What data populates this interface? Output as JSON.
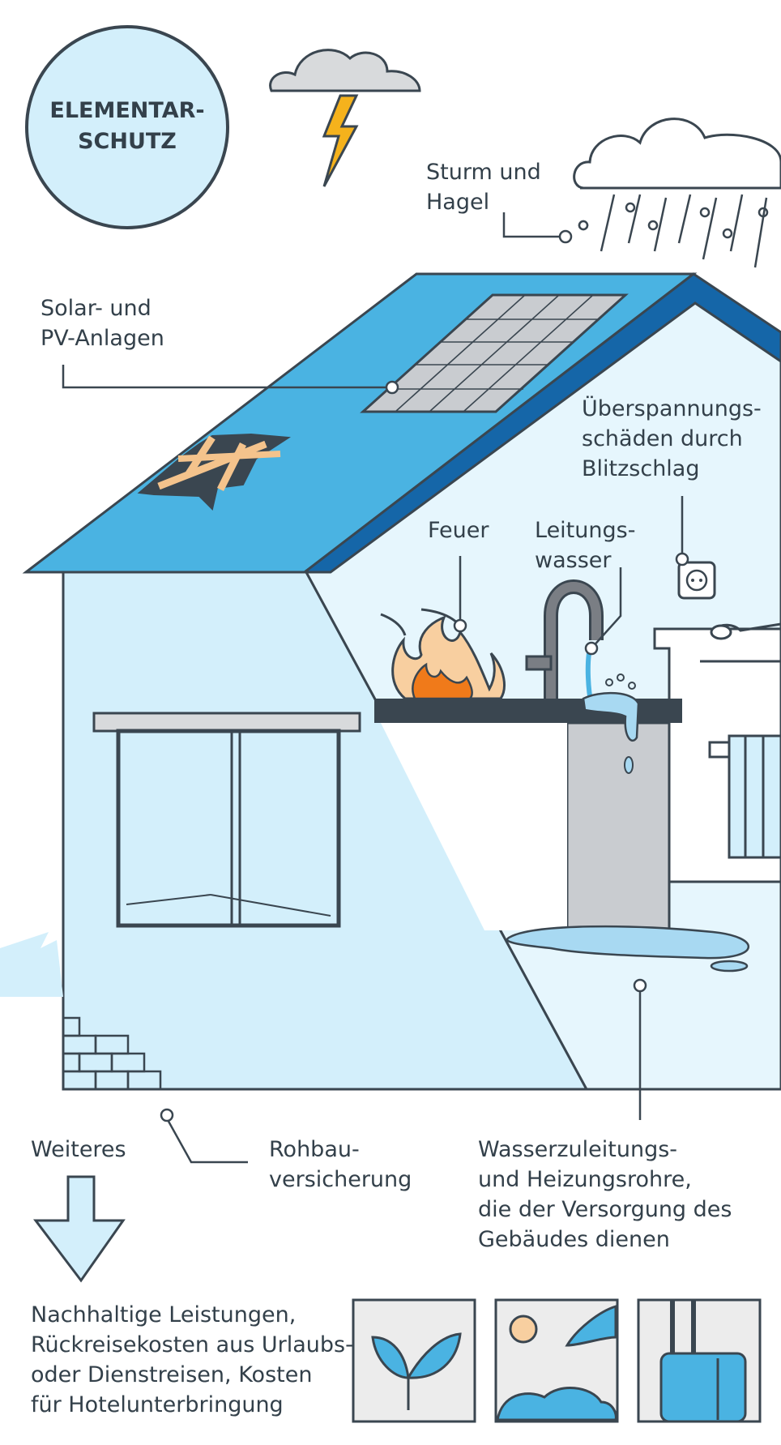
{
  "badge": {
    "label": "ELEMENTAR-\nSCHUTZ"
  },
  "labels": {
    "storm": "Sturm und\nHagel",
    "solar": "Solar- und\nPV-Anlagen",
    "surge": "Überspannungs-\nschäden durch\nBlitzschlag",
    "fire": "Feuer",
    "pipe_water": "Leitungs-\nwasser",
    "further": "Weiteres",
    "shell": "Rohbau-\nversicherung",
    "water_pipes": "Wasserzuleitungs-\nund Heizungsrohre,\ndie der Versorgung des\nGebäudes dienen",
    "extras": "Nachhaltige Leistungen,\nRückreisekosten aus Urlaubs-\noder Dienstreisen, Kosten\nfür Hotelunterbringung"
  },
  "icons": [
    "plant-icon",
    "vacation-icon",
    "suitcase-icon"
  ],
  "colors": {
    "roof": "#4ab3e2",
    "roof_edge": "#1566a8",
    "wall": "#d3effb",
    "interior": "#e6f6fd",
    "badge": "#d3effb",
    "outline": "#3a4650",
    "text": "#33404a",
    "fire": "#f07a1a",
    "lightning": "#f5b21c"
  }
}
